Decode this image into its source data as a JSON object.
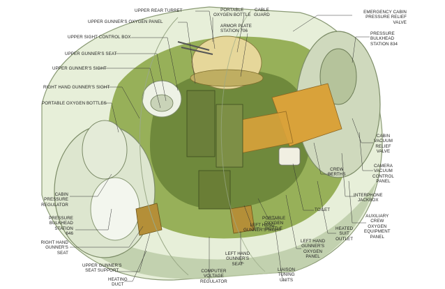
{
  "colors": {
    "hull_light": "#e7efd9",
    "hull_shadow": "#b9c9a4",
    "interior_green": "#8ea84a",
    "interior_dark": "#4f6a25",
    "floor_orange": "#d9a23a",
    "turret_yellow": "#e6d79a",
    "leader_line": "#333333"
  },
  "labels": {
    "upper_rear_turret": "UPPER REAR TURRET",
    "portable_oxygen_bottle_top": "PORTABLE\nOXYGEN BOTTLE",
    "cable_guard": "CABLE\nGUARD",
    "emergency_cabin_pressure_relief_valve": "EMERGENCY CABIN\nPRESSURE RELIEF\nVALVE",
    "upper_gunners_oxygen_panel": "UPPER GUNNER'S OXYGEN PANEL",
    "armor_plate_station": "ARMOR PLATE\nSTATION 706",
    "pressure_bulkhead_834": "PRESSURE\nBULKHEAD\nSTATION 834",
    "upper_sight_control_box": "UPPER SIGHT CONTROL BOX",
    "upper_gunners_seat": "UPPER GUNNER'S SEAT",
    "upper_gunners_sight": "UPPER GUNNER'S SIGHT",
    "right_hand_gunners_sight": "RIGHT HAND GUNNER'S SIGHT",
    "portable_oxygen_bottles": "PORTABLE OXYGEN BOTTLES",
    "cabin_vacuum_relief_valve": "CABIN\nVACUUM\nRELIEF\nVALVE",
    "camera_vacuum_control_panel": "CAMERA\nVACUUM\nCONTROL\nPANEL",
    "crew_berths": "CREW\nBERTHS",
    "interphone_jackbox": "INTERPHONE\nJACKBOX",
    "cabin_pressure_regulator": "CABIN\nPRESSURE\nREGULATOR",
    "pressure_bulkhead_646": "PRESSURE\nBULKHEAD\nSTATION\n646",
    "auxiliary_crew_oxygen_panel": "AUXILIARY\nCREW\nOXYGEN\nEQUIPMENT\nPANEL",
    "toilet": "TOILET",
    "right_hand_gunners_seat": "RIGHT HAND\nGUNNER'S\nSEAT",
    "portable_oxygen_bottle_low": "PORTABLE\nOXYGEN\nBOTTLE",
    "heated_suit_outlet": "HEATED\nSUIT\nOUTLET",
    "left_hand_gunners_oxygen_panel": "LEFT HAND\nGUNNER'S\nOXYGEN\nPANEL",
    "left_hand_gunners_sight": "LEFT HAND\nGUNNER'S SIGHT",
    "upper_gunners_seat_support": "UPPER GUNNER'S\nSEAT SUPPORT",
    "left_hand_gunners_seat": "LEFT HAND\nGUNNER'S\nSEAT",
    "heating_duct": "HEATING\nDUCT",
    "computer_voltage_regulator": "COMPUTER\nVOLTAGE\nREGULATOR",
    "liaison_tuning_units": "LIAISON\nTUNING\nUNITS"
  }
}
